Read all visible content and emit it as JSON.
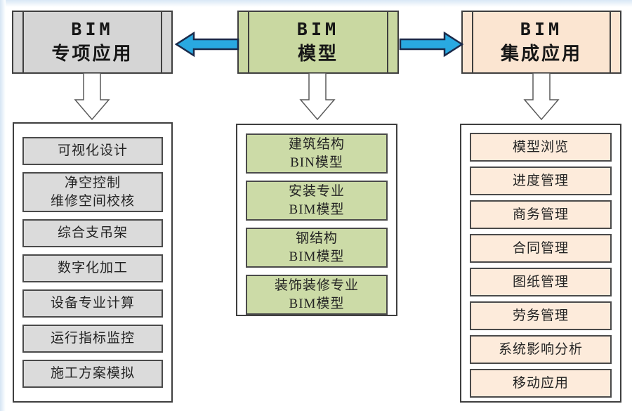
{
  "colors": {
    "left_header_bg": "#d5d5d5",
    "left_item_bg": "#dbdbdb",
    "middle_header_bg": "#c9d8a1",
    "middle_item_bg": "#ccdba7",
    "right_header_bg": "#fbe5d1",
    "right_item_bg": "#fdebdb",
    "arrow_blue": "#29a9e1",
    "arrow_blue_outline": "#1b2a4a",
    "box_border": "#3f3f3f",
    "page_edge_tint": "#d9e8f6"
  },
  "columns": [
    {
      "header": {
        "line1": "BIM",
        "line2": "专项应用"
      },
      "items": [
        {
          "lines": [
            "可视化设计"
          ]
        },
        {
          "lines": [
            "净空控制",
            "维修空间校核"
          ]
        },
        {
          "lines": [
            "综合支吊架"
          ]
        },
        {
          "lines": [
            "数字化加工"
          ]
        },
        {
          "lines": [
            "设备专业计算"
          ]
        },
        {
          "lines": [
            "运行指标监控"
          ]
        },
        {
          "lines": [
            "施工方案模拟"
          ]
        }
      ]
    },
    {
      "header": {
        "line1": "BIM",
        "line2": "模型"
      },
      "items": [
        {
          "lines": [
            "建筑结构",
            "BIN模型"
          ]
        },
        {
          "lines": [
            "安装专业",
            "BIM模型"
          ]
        },
        {
          "lines": [
            "钢结构",
            "BIM模型"
          ]
        },
        {
          "lines": [
            "装饰装修专业",
            "BIM模型"
          ]
        }
      ]
    },
    {
      "header": {
        "line1": "BIM",
        "line2": "集成应用"
      },
      "items": [
        {
          "lines": [
            "模型浏览"
          ]
        },
        {
          "lines": [
            "进度管理"
          ]
        },
        {
          "lines": [
            "商务管理"
          ]
        },
        {
          "lines": [
            "合同管理"
          ]
        },
        {
          "lines": [
            "图纸管理"
          ]
        },
        {
          "lines": [
            "劳务管理"
          ]
        },
        {
          "lines": [
            "系统影响分析"
          ]
        },
        {
          "lines": [
            "移动应用"
          ]
        }
      ]
    }
  ]
}
